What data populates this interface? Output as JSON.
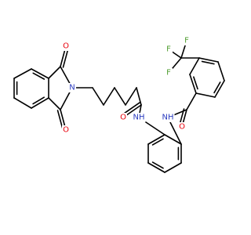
{
  "colors": {
    "carbon": "#000000",
    "oxygen": "#e8000b",
    "nitrogen": "#2b3cc0",
    "fluorine": "#4f9d2f",
    "background": "#ffffff"
  },
  "molecule": {
    "atoms": [
      {
        "id": "O1",
        "label": "O",
        "element": "oxygen"
      },
      {
        "id": "N1",
        "label": "N",
        "element": "nitrogen"
      },
      {
        "id": "O2",
        "label": "O",
        "element": "oxygen"
      },
      {
        "id": "O3",
        "label": "O",
        "element": "oxygen"
      },
      {
        "id": "NH1",
        "label": "NH",
        "element": "nitrogen"
      },
      {
        "id": "NH2",
        "label": "NH",
        "element": "nitrogen"
      },
      {
        "id": "O4",
        "label": "O",
        "element": "oxygen"
      },
      {
        "id": "F1",
        "label": "F",
        "element": "fluorine"
      },
      {
        "id": "F2",
        "label": "F",
        "element": "fluorine"
      },
      {
        "id": "F3",
        "label": "F",
        "element": "fluorine"
      }
    ]
  }
}
